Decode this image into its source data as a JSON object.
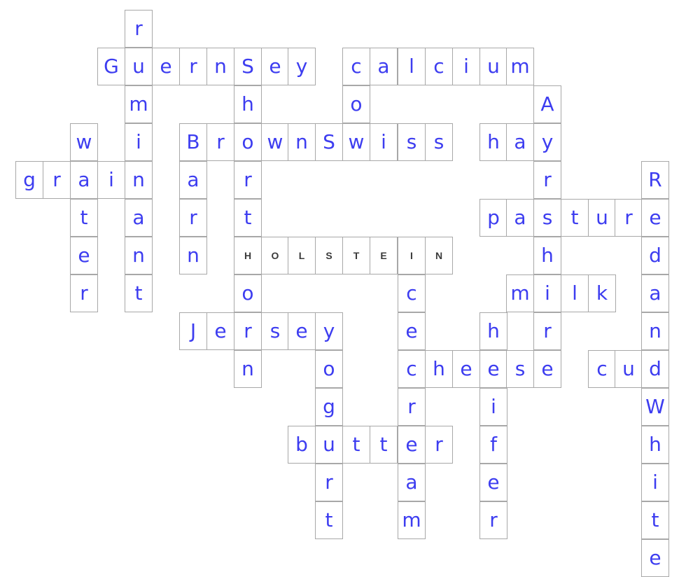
{
  "puzzle": {
    "text_color": "#3d3df0",
    "holstein_text_color": "#3a3a3a",
    "cell_border_color": "#a8a8a8",
    "words": [
      {
        "id": "guernsey",
        "word": "Guernsey",
        "letters": [
          "G",
          "u",
          "e",
          "r",
          "n",
          "S",
          "e",
          "y"
        ],
        "dir": "across",
        "style": "hand"
      },
      {
        "id": "calcium",
        "word": "calcium",
        "letters": [
          "c",
          "a",
          "l",
          "c",
          "i",
          "u",
          "m"
        ],
        "dir": "across",
        "style": "hand"
      },
      {
        "id": "brown-swiss",
        "word": "BrownSwiss",
        "letters": [
          "B",
          "r",
          "o",
          "w",
          "n",
          "S",
          "w",
          "i",
          "s",
          "s"
        ],
        "dir": "across",
        "style": "hand"
      },
      {
        "id": "hay",
        "word": "hay",
        "letters": [
          "h",
          "a",
          "y"
        ],
        "dir": "across",
        "style": "hand"
      },
      {
        "id": "grain",
        "word": "grain",
        "letters": [
          "g",
          "r",
          "a",
          "i",
          "n"
        ],
        "dir": "across",
        "style": "hand"
      },
      {
        "id": "pasture",
        "word": "pasture",
        "letters": [
          "p",
          "a",
          "s",
          "t",
          "u",
          "r",
          "e"
        ],
        "dir": "across",
        "style": "hand"
      },
      {
        "id": "holstein",
        "word": "HOLSTEIN",
        "letters": [
          "H",
          "O",
          "L",
          "S",
          "T",
          "E",
          "I",
          "N"
        ],
        "dir": "across",
        "style": "print"
      },
      {
        "id": "milk",
        "word": "milk",
        "letters": [
          "m",
          "i",
          "l",
          "k"
        ],
        "dir": "across",
        "style": "hand"
      },
      {
        "id": "jersey",
        "word": "Jersey",
        "letters": [
          "J",
          "e",
          "r",
          "s",
          "e",
          "y"
        ],
        "dir": "across",
        "style": "hand"
      },
      {
        "id": "cheese",
        "word": "cheese",
        "letters": [
          "c",
          "h",
          "e",
          "e",
          "s",
          "e"
        ],
        "dir": "across",
        "style": "hand"
      },
      {
        "id": "cud",
        "word": "cud",
        "letters": [
          "c",
          "u",
          "d"
        ],
        "dir": "across",
        "style": "hand"
      },
      {
        "id": "butter",
        "word": "butter",
        "letters": [
          "b",
          "u",
          "t",
          "t",
          "e",
          "r"
        ],
        "dir": "across",
        "style": "hand"
      },
      {
        "id": "ruminant",
        "word": "ruminant",
        "letters": [
          "r",
          "u",
          "m",
          "i",
          "n",
          "a",
          "n",
          "t"
        ],
        "dir": "down",
        "style": "hand"
      },
      {
        "id": "water",
        "word": "water",
        "letters": [
          "w",
          "a",
          "t",
          "e",
          "r"
        ],
        "dir": "down",
        "style": "hand"
      },
      {
        "id": "barn",
        "word": "barn",
        "letters": [
          "B",
          "a",
          "r",
          "n"
        ],
        "dir": "down",
        "style": "hand"
      },
      {
        "id": "shorthorn",
        "word": "Shorthorn",
        "letters": [
          "S",
          "h",
          "o",
          "r",
          "t",
          "h",
          "o",
          "r",
          "n"
        ],
        "dir": "down",
        "style": "hand"
      },
      {
        "id": "cow",
        "word": "cow",
        "letters": [
          "c",
          "o",
          "w"
        ],
        "dir": "down",
        "style": "hand"
      },
      {
        "id": "ayrshire",
        "word": "Ayrshire",
        "letters": [
          "A",
          "y",
          "r",
          "s",
          "h",
          "i",
          "r",
          "e"
        ],
        "dir": "down",
        "style": "hand"
      },
      {
        "id": "red-and-white",
        "word": "RedandWhite",
        "letters": [
          "R",
          "e",
          "d",
          "a",
          "n",
          "d",
          "W",
          "h",
          "i",
          "t",
          "e"
        ],
        "dir": "down",
        "style": "hand"
      },
      {
        "id": "ice-cream",
        "word": "icecream",
        "letters": [
          "i",
          "c",
          "e",
          "c",
          "r",
          "e",
          "a",
          "m"
        ],
        "dir": "down",
        "style": "hand"
      },
      {
        "id": "yogurt",
        "word": "yogurt",
        "letters": [
          "y",
          "o",
          "g",
          "u",
          "r",
          "t"
        ],
        "dir": "down",
        "style": "hand"
      },
      {
        "id": "heifer",
        "word": "heifer",
        "letters": [
          "h",
          "e",
          "i",
          "f",
          "e",
          "r"
        ],
        "dir": "down",
        "style": "hand"
      }
    ]
  }
}
